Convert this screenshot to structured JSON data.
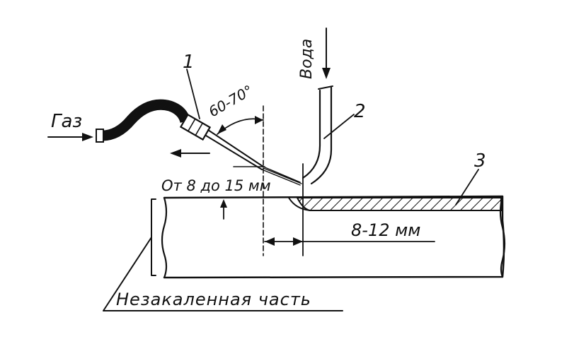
{
  "labels": {
    "gas": "Газ",
    "water": "Вода",
    "angle": "60-70°",
    "distance": "От 8 до 15 мм",
    "width": "8-12 мм",
    "unhardened": "Незакаленная часть"
  },
  "callouts": {
    "torch": "1",
    "water_pipe": "2",
    "hardened_layer": "3"
  }
}
